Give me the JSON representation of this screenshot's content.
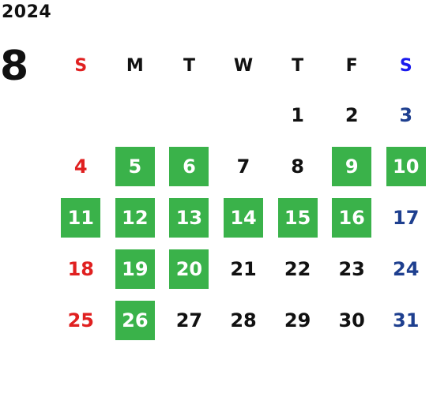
{
  "calendar": {
    "year": "2024",
    "month": "8",
    "weekdays": [
      "S",
      "M",
      "T",
      "W",
      "T",
      "F",
      "S"
    ],
    "weeks": [
      [
        "",
        "",
        "",
        "",
        "1",
        "2",
        "3"
      ],
      [
        "4",
        "5",
        "6",
        "7",
        "8",
        "9",
        "10"
      ],
      [
        "11",
        "12",
        "13",
        "14",
        "15",
        "16",
        "17"
      ],
      [
        "18",
        "19",
        "20",
        "21",
        "22",
        "23",
        "24"
      ],
      [
        "25",
        "26",
        "27",
        "28",
        "29",
        "30",
        "31"
      ]
    ],
    "highlighted_days": [
      "5",
      "6",
      "9",
      "10",
      "11",
      "12",
      "13",
      "14",
      "15",
      "16",
      "19",
      "20",
      "26"
    ]
  },
  "colors": {
    "sunday": "#e02020",
    "saturday_header": "#1a1aee",
    "saturday": "#1e3f8f",
    "highlight": "#3ab24a"
  }
}
